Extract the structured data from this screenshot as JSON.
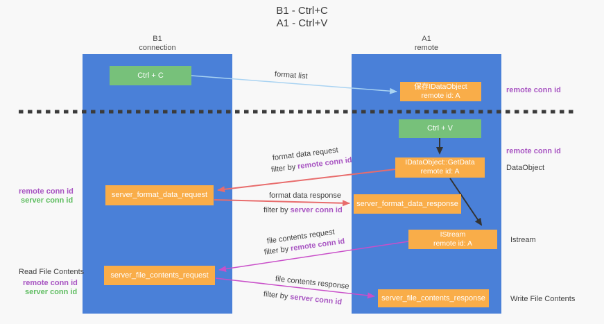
{
  "title": {
    "line1": "B1 - Ctrl+C",
    "line2": "A1 - Ctrl+V"
  },
  "lifelines": {
    "left": {
      "name": "B1",
      "subtitle": "connection"
    },
    "right": {
      "name": "A1",
      "subtitle": "remote"
    }
  },
  "nodes": {
    "ctrl_c": {
      "label": "Ctrl + C"
    },
    "ctrl_v": {
      "label": "Ctrl + V"
    },
    "save_dataobject": {
      "line1": "保存IDataObject",
      "line2": "remote id: A"
    },
    "getdata": {
      "line1": "IDataObject::GetData",
      "line2": "remote id: A"
    },
    "istream": {
      "line1": "IStream",
      "line2": "remote id: A"
    },
    "format_request": {
      "label": "server_format_data_request"
    },
    "format_response": {
      "label": "server_format_data_response"
    },
    "file_request": {
      "label": "server_file_contents_request"
    },
    "file_response": {
      "label": "server_file_contents_response"
    }
  },
  "annotations": {
    "top_remote_conn_id": "remote conn id",
    "mid_remote_conn_id": "remote conn id",
    "dataobject": "DataObject",
    "istream": "Istream",
    "write_file_contents": "Write File Contents",
    "read_file_contents": "Read File Contents",
    "format_left": {
      "remote": "remote conn id",
      "server": "server conn id"
    },
    "file_left": {
      "remote": "remote conn id",
      "server": "server conn id"
    }
  },
  "arrow_labels": {
    "format_list": "format list",
    "format_request": {
      "title": "format data request",
      "filter": "filter by",
      "key": "remote conn id"
    },
    "format_response": {
      "title": "format data response",
      "filter": "filter by",
      "key": "server conn id"
    },
    "file_request": {
      "title": "file contents request",
      "filter": "filter by",
      "key": "remote conn id"
    },
    "file_response": {
      "title": "file contents response",
      "filter": "filter by",
      "key": "server conn id"
    }
  },
  "colors": {
    "panel_blue": "#4a80d8",
    "node_green": "#77c17a",
    "node_orange": "#f9ad49",
    "purple_text": "#a855c2",
    "green_text": "#5fbd61",
    "red_arrow": "#e86c6c",
    "magenta_arrow": "#c94fc9",
    "light_blue_arrow": "#a9d3f2",
    "dark": "#3b3b3b"
  }
}
